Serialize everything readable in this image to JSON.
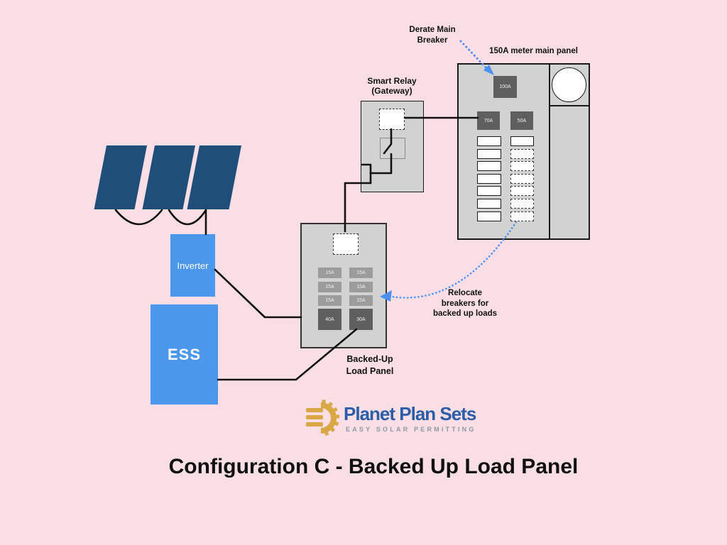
{
  "title": "Configuration C - Backed Up Load Panel",
  "colors": {
    "bg": "#f9dee5",
    "panel-gray": "#d2d2d2",
    "device-blue": "#4a97ec",
    "solar-navy": "#1f4e79",
    "arrow-blue": "#4a90f4",
    "breaker-dark": "#5f5f5f",
    "breaker-mid": "#9c9c9c",
    "brand-blue": "#2b5ea7",
    "brand-gold": "#d9a845",
    "tagline-gray": "#8e99a3"
  },
  "devices": {
    "inverter_label": "Inverter",
    "ess_label": "ESS"
  },
  "smart_relay": {
    "label": [
      "Smart Relay",
      "(Gateway)"
    ]
  },
  "main_panel": {
    "label": "150A meter main panel",
    "main_breaker": "100A",
    "left_breaker": "70A",
    "right_breaker": "50A"
  },
  "load_panel": {
    "label": [
      "Backed-Up",
      "Load Panel"
    ],
    "breakers_left": [
      "15A",
      "15A",
      "15A",
      "40A"
    ],
    "breakers_right": [
      "15A",
      "15A",
      "15A",
      "30A"
    ]
  },
  "annotations": {
    "derate": [
      "Derate Main",
      "Breaker"
    ],
    "relocate": [
      "Relocate",
      "breakers for",
      "backed up loads"
    ]
  },
  "logo": {
    "brand": "Planet Plan Sets",
    "tagline": "EASY SOLAR PERMITTING"
  }
}
